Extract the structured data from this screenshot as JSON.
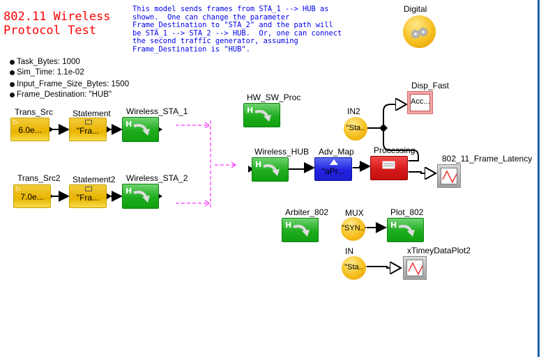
{
  "title": "802.11 Wireless\nProtocol Test",
  "description": "This model sends frames from STA_1 --> HUB as\nshown.  One can change the parameter\nFrame_Destination to \"STA_2\" and the path will\nbe STA_1 --> STA_2 --> HUB.  Or, one can connect\nthe second traffic generator, assuming\nFrame_Destination is \"HUB\".",
  "parameters": [
    {
      "text": "Task_Bytes: 1000"
    },
    {
      "text": "Sim_Time: 1.1e-02"
    },
    {
      "text": "Input_Frame_Size_Bytes: 1500"
    },
    {
      "text": "Frame_Destination: \"HUB\""
    }
  ],
  "digital": {
    "label": "Digital",
    "icon": "gears-icon"
  },
  "blocks": {
    "trans_src": {
      "label": "Trans_Src",
      "value": "6.0e..."
    },
    "statement": {
      "label": "Statement",
      "value": "\"Fra..."
    },
    "wireless_sta_1": {
      "label": "Wireless_STA_1",
      "badge": "H"
    },
    "trans_src2": {
      "label": "Trans_Src2",
      "value": "7.0e..."
    },
    "statement2": {
      "label": "Statement2",
      "value": "\"Fra..."
    },
    "wireless_sta_2": {
      "label": "Wireless_STA_2",
      "badge": "H"
    },
    "hw_sw_proc": {
      "label": "HW_SW_Proc",
      "badge": "H"
    },
    "wireless_hub": {
      "label": "Wireless_HUB",
      "badge": "H"
    },
    "adv_map": {
      "label": "Adv_Map",
      "value": "\"aPr..."
    },
    "processing": {
      "label": "Processing"
    },
    "in2": {
      "label": "IN2",
      "value": "\"Sta.."
    },
    "disp_fast": {
      "label": "Disp_Fast",
      "value": "Acc..."
    },
    "frame_latency": {
      "label": "802_11_Frame_Latency"
    },
    "arbiter_802": {
      "label": "Arbiter_802",
      "badge": "H"
    },
    "mux": {
      "label": "MUX",
      "value": "\"SYN.."
    },
    "plot_802": {
      "label": "Plot_802",
      "badge": "H"
    },
    "in": {
      "label": "IN",
      "value": "\"Sta.."
    },
    "xtimey_plot2": {
      "label": "xTimeyDataPlot2"
    }
  },
  "colors": {
    "title": "#ff0000",
    "description": "#0000ee",
    "dashed_link": "#ff33ff",
    "source_block": "#e9b400",
    "hier_block": "#1fad1f",
    "map_block": "#2222e0",
    "processing_block": "#d61a1a"
  }
}
